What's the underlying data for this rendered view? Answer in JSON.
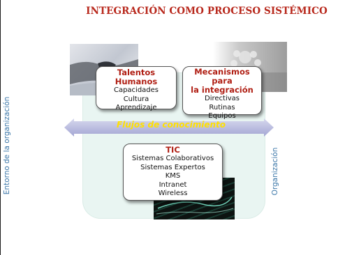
{
  "title": "INTEGRACIÓN COMO PROCESO SISTÉMICO",
  "side_labels": {
    "left": "Entorno de la organización",
    "right": "Organización"
  },
  "flow_label": "Flujos de conocimiento",
  "boxes": {
    "talentos": {
      "title": "Talentos Humanos",
      "items": [
        "Capacidades",
        "Cultura",
        "Aprendizaje"
      ]
    },
    "mecanismos": {
      "title_line1": "Mecanismos para",
      "title_line2": "la integración",
      "items": [
        "Directivas",
        "Rutinas",
        "Equipos"
      ]
    },
    "tic": {
      "title": "TIC",
      "items": [
        "Sistemas Colaborativos",
        "Sistemas Expertos",
        "KMS",
        "Intranet",
        "Wireless"
      ]
    }
  },
  "colors": {
    "title": "#b8281c",
    "box_heading": "#b01f14",
    "flow_arrow": "#b6b8dc",
    "flow_text": "#ffe000",
    "side_labels": "#3a76a8",
    "panel": "#e9f5f2"
  }
}
